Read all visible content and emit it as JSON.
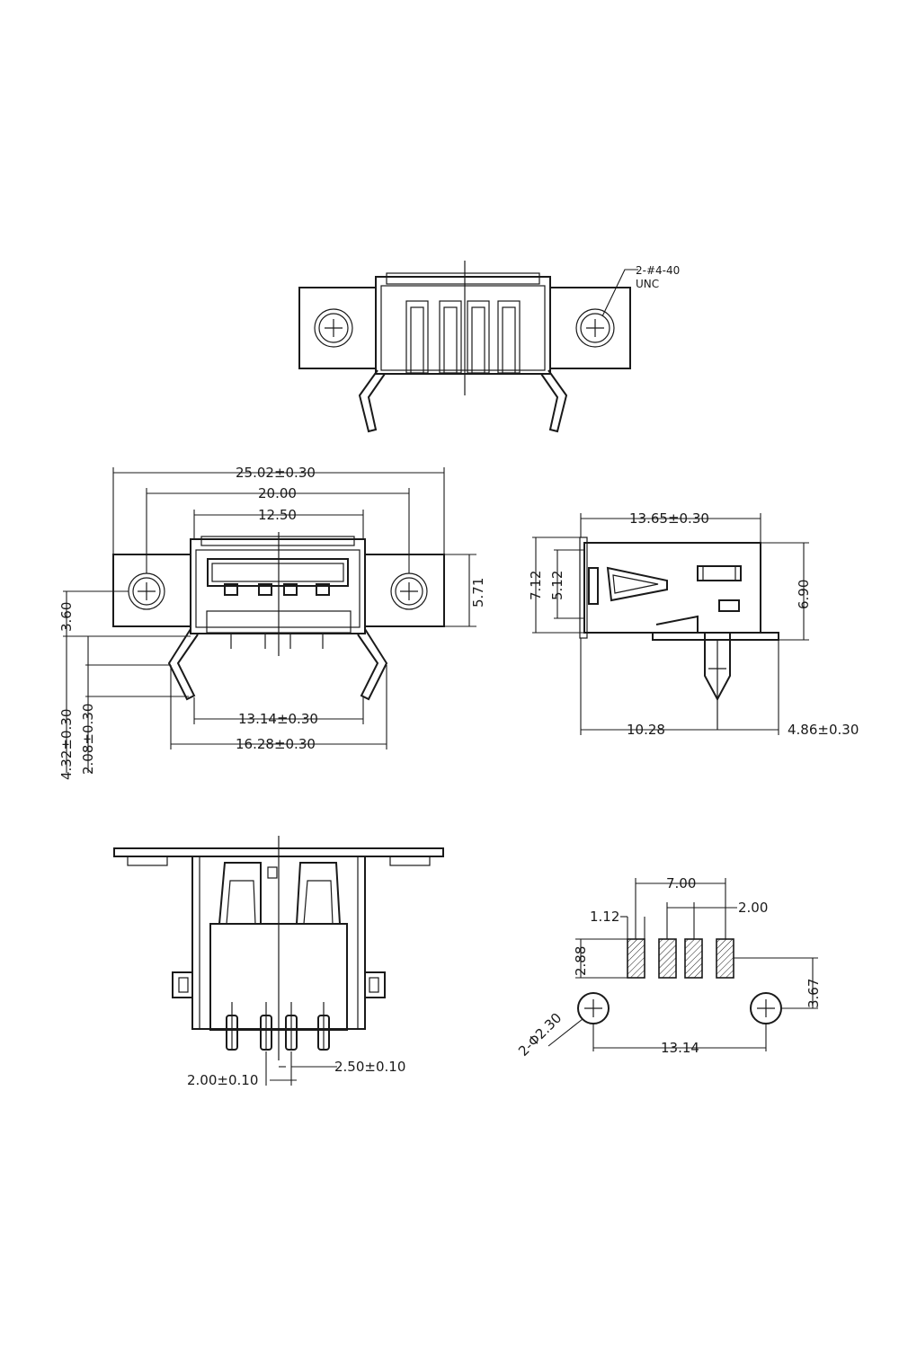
{
  "top_view": {
    "screw_note_line1": "2-#4-40",
    "screw_note_line2": "UNC"
  },
  "front_view": {
    "overall_width": "25.02±0.30",
    "hole_spacing": "20.00",
    "opening_width": "12.50",
    "flange_height": "5.71",
    "hole_height": "3.60",
    "leg_height_a": "4.32±0.30",
    "leg_height_b": "2.08±0.30",
    "leg_inner_width": "13.14±0.30",
    "leg_outer_width": "16.28±0.30"
  },
  "side_view": {
    "depth": "13.65±0.30",
    "height_total": "7.12",
    "height_shell": "5.12",
    "height_right": "6.90",
    "bottom_length": "10.28",
    "bottom_overhang": "4.86±0.30"
  },
  "bottom_view": {
    "pin_pitch": "2.00±0.10",
    "pin_offset": "2.50±0.10"
  },
  "footprint": {
    "outer_pad_spacing": "7.00",
    "inner_pad_spacing": "2.00",
    "pad_width": "1.12",
    "pad_height": "2.88",
    "hole_offset": "3.67",
    "hole_diameter": "2-Φ2.30",
    "hole_spacing": "13.14"
  }
}
